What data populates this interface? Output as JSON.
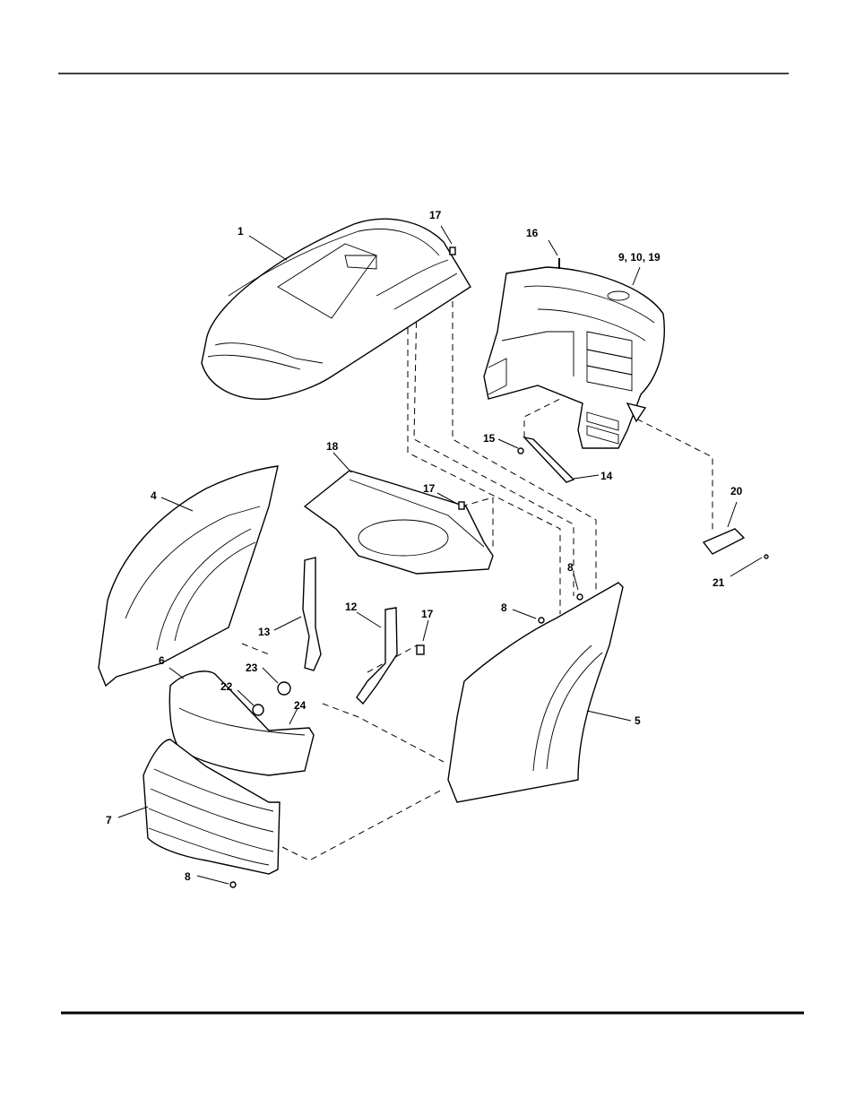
{
  "callouts": [
    {
      "id": "c1",
      "text": "1"
    },
    {
      "id": "c4",
      "text": "4"
    },
    {
      "id": "c5",
      "text": "5"
    },
    {
      "id": "c6",
      "text": "6"
    },
    {
      "id": "c7",
      "text": "7"
    },
    {
      "id": "c8a",
      "text": "8"
    },
    {
      "id": "c8b",
      "text": "8"
    },
    {
      "id": "c8c",
      "text": "8"
    },
    {
      "id": "c9",
      "text": "9, 10, 19"
    },
    {
      "id": "c12",
      "text": "12"
    },
    {
      "id": "c13",
      "text": "13"
    },
    {
      "id": "c14",
      "text": "14"
    },
    {
      "id": "c15",
      "text": "15"
    },
    {
      "id": "c16",
      "text": "16"
    },
    {
      "id": "c17a",
      "text": "17"
    },
    {
      "id": "c17b",
      "text": "17"
    },
    {
      "id": "c17c",
      "text": "17"
    },
    {
      "id": "c18",
      "text": "18"
    },
    {
      "id": "c20",
      "text": "20"
    },
    {
      "id": "c21",
      "text": "21"
    },
    {
      "id": "c22",
      "text": "22"
    },
    {
      "id": "c23",
      "text": "23"
    },
    {
      "id": "c24",
      "text": "24"
    }
  ]
}
